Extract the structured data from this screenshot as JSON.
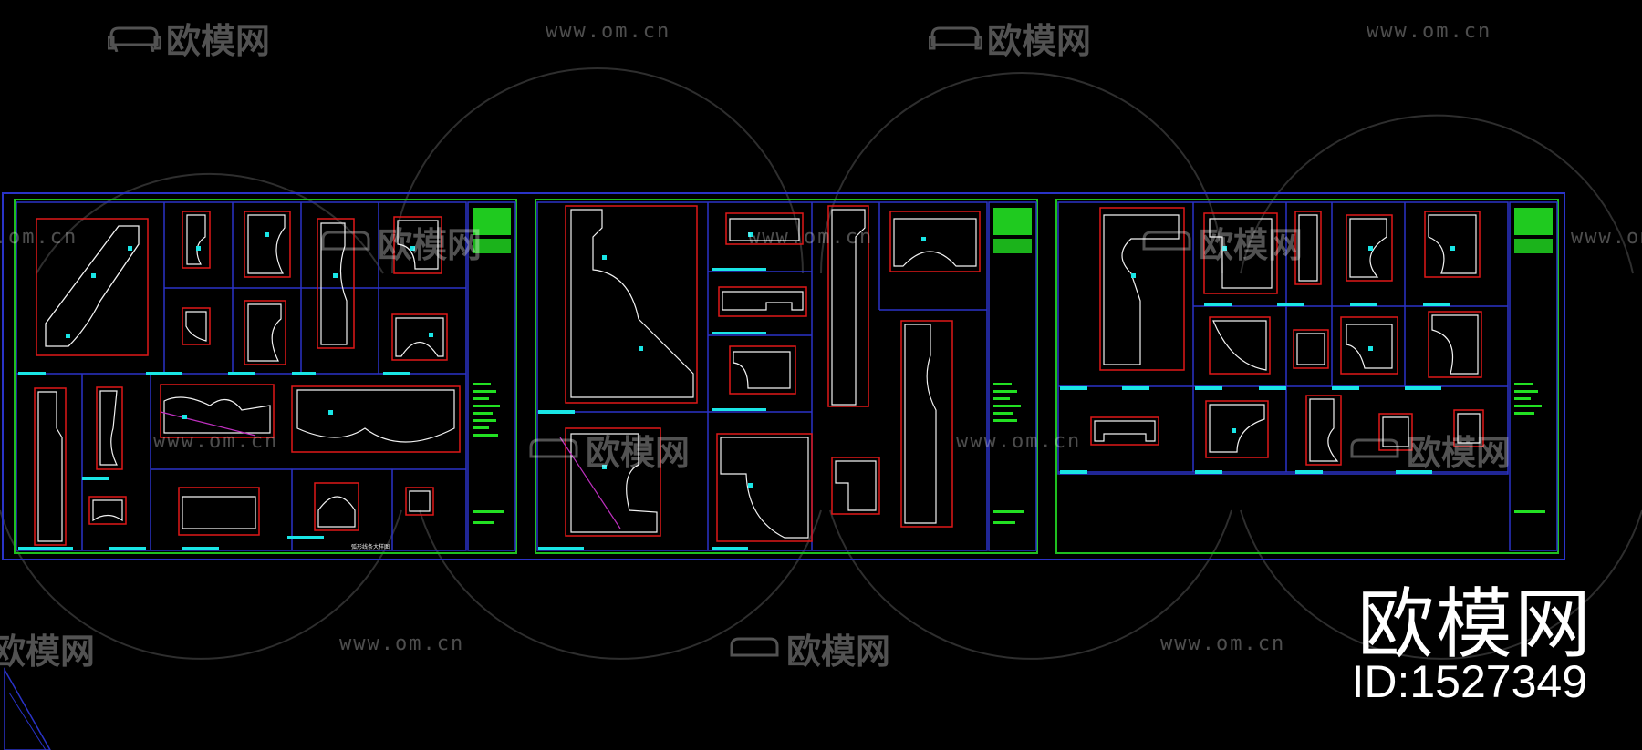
{
  "watermark": {
    "brand_text": "欧模网",
    "url_text": "www.om.cn"
  },
  "brand_overlay": {
    "title": "欧模网",
    "id_label": "ID:1527349"
  },
  "colors": {
    "background": "#000000",
    "frame_blue": "#2a33c8",
    "border_green": "#1fbf1f",
    "profile_red": "#e01818",
    "profile_white": "#f2f2f2",
    "dimension_cyan": "#19e6e6",
    "title_block_green": "#22e022"
  },
  "sheets": [
    {
      "id": "sheet-1",
      "footer_note": "弧形线条大样图"
    },
    {
      "id": "sheet-2"
    },
    {
      "id": "sheet-3"
    }
  ]
}
